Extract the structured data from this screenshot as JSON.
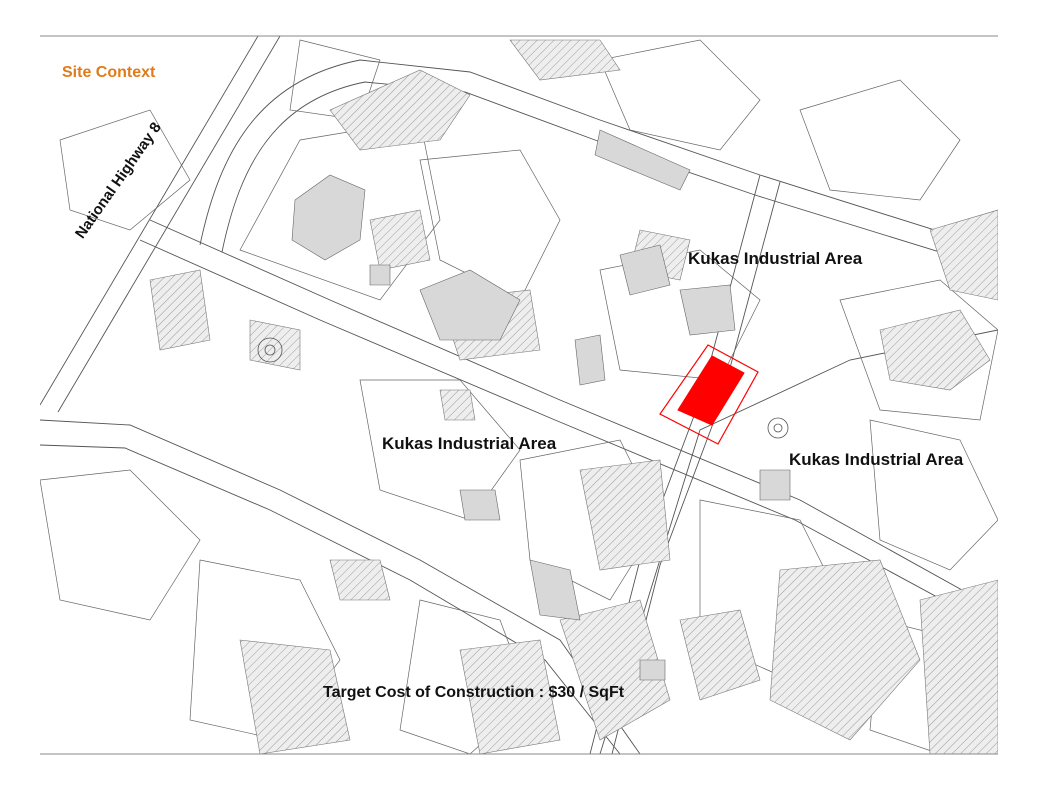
{
  "title": "Site Context",
  "labels": {
    "highway": "National Highway 8",
    "area_north": "Kukas Industrial Area",
    "area_west": "Kukas Industrial Area",
    "area_east": "Kukas Industrial Area"
  },
  "footer": {
    "cost": "Target Cost of Construction : $30 / SqFt"
  },
  "colors": {
    "title": "#e07b1a",
    "site": "#ff0000",
    "line": "#555555",
    "hatch": "#9a9a9a",
    "background": "#ffffff"
  },
  "icons": [
    "site-plot-marker",
    "roundabout-icon"
  ]
}
